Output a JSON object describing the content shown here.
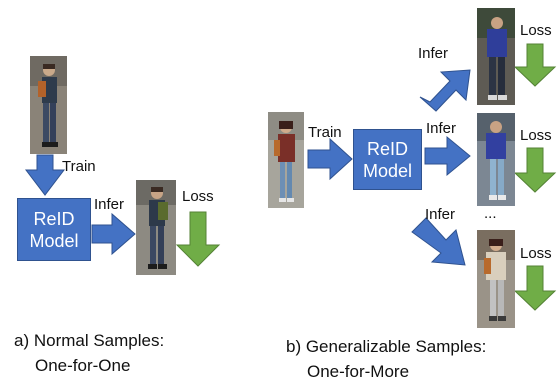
{
  "diagram": {
    "part_a": {
      "edges": {
        "train_label": "Train",
        "infer_label": "Infer",
        "loss_label": "Loss"
      },
      "model_line1": "ReID",
      "model_line2": "Model",
      "caption_line1": "a) Normal Samples:",
      "caption_line2": "One-for-One"
    },
    "part_b": {
      "edges": {
        "train_label": "Train",
        "infer_labels": [
          "Infer",
          "Infer",
          "Infer"
        ],
        "loss_labels": [
          "Loss",
          "Loss",
          "Loss"
        ]
      },
      "model_line1": "ReID",
      "model_line2": "Model",
      "ellipsis": "...",
      "caption_line1": "b) Generalizable Samples:",
      "caption_line2": "One-for-More"
    },
    "colors": {
      "arrow_blue": "#4472c4",
      "loss_green": "#70ad47",
      "model_fill": "#4472c4"
    }
  }
}
